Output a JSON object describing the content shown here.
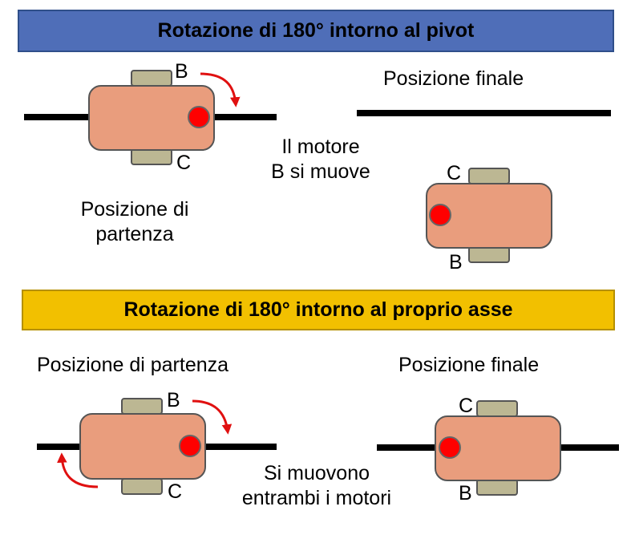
{
  "colors": {
    "pivot_banner": "#4f6eb8",
    "axis_banner": "#f2c000",
    "robot_body": "#e99d7d",
    "robot_outline": "#555555",
    "wheel": "#bcb793",
    "pivot_dot": "#ff0000",
    "arrow": "#e01010",
    "axle": "#000000"
  },
  "pivot_section": {
    "title": "Rotazione di 180° intorno al pivot",
    "start_label": "Posizione di partenza",
    "start_label_line1": "Posizione di",
    "start_label_line2": "partenza",
    "motion_line1": "Il motore",
    "motion_line2": "B si muove",
    "final_label": "Posizione finale",
    "wheel_labels": {
      "start_top": "B",
      "start_bottom": "C",
      "final_top": "C",
      "final_bottom": "B"
    }
  },
  "axis_section": {
    "title": "Rotazione di 180° intorno al proprio asse",
    "start_label": "Posizione di partenza",
    "final_label": "Posizione finale",
    "motion_line1": "Si muovono",
    "motion_line2": "entrambi i motori",
    "wheel_labels": {
      "start_top": "B",
      "start_bottom": "C",
      "final_top": "C",
      "final_bottom": "B"
    }
  }
}
